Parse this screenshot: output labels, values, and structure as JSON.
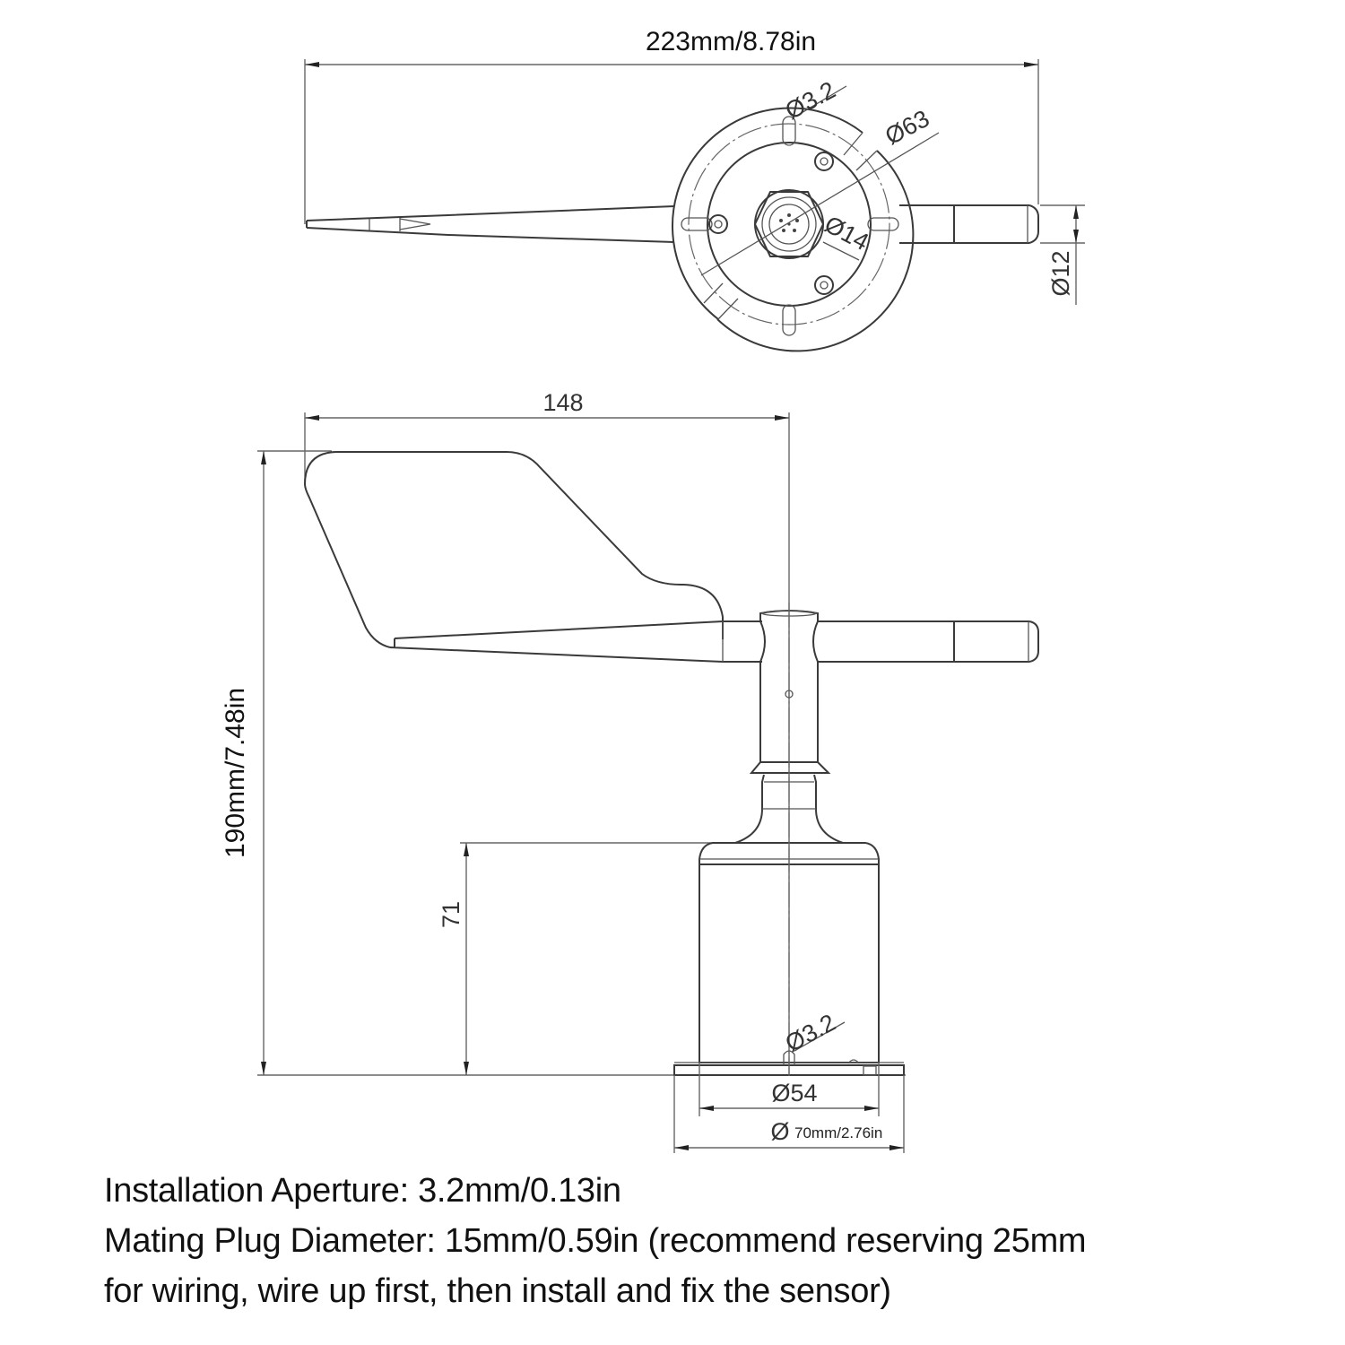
{
  "top_view": {
    "overall_width_label": "223mm/8.78in",
    "mount_hole_label": "Ø3.2",
    "ring_diameter_label": "Ø63",
    "connector_diameter_label": "Ø14",
    "counterweight_diameter_label": "Ø12"
  },
  "side_view": {
    "vane_width_label": "148",
    "overall_height_label": "190mm/7.48in",
    "housing_height_label": "71",
    "base_hole_label": "Ø3.2",
    "inner_base_diameter_label": "Ø54",
    "flange_diameter_symbol": "Ø",
    "flange_diameter_label": "70mm/2.76in"
  },
  "notes": {
    "line1": "Installation Aperture: 3.2mm/0.13in",
    "line2": "Mating Plug Diameter: 15mm/0.59in (recommend reserving 25mm",
    "line3": "for wiring, wire up first, then install and fix the sensor)"
  }
}
